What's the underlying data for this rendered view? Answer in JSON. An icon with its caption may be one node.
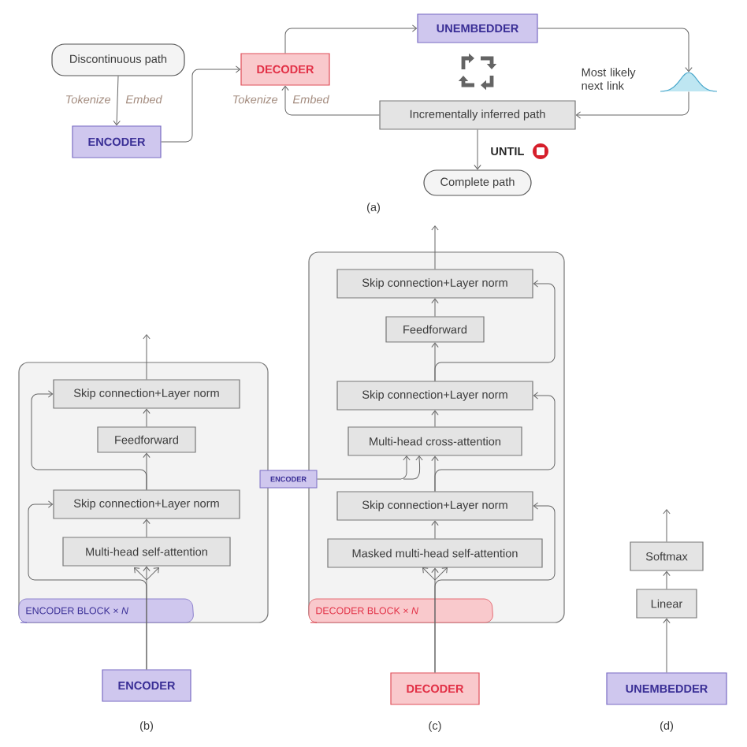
{
  "diagram": {
    "nodes": [
      {
        "text": [
          "Discontinuous path"
        ]
      },
      {
        "text": [
          "ENCODER"
        ]
      },
      {
        "text": [
          "DECODER"
        ]
      },
      {
        "text": [
          "UNEMBEDDER"
        ]
      },
      {
        "text": [],
        "shape": "curve"
      },
      {
        "text": [
          "Incrementally inferred path"
        ]
      },
      {
        "text": [
          "Complete path"
        ]
      },
      {
        "text": [
          "ENCODER BLOCK × *N*"
        ]
      },
      {
        "text": [
          "Skip connection+Layer norm"
        ],
        "in": 7
      },
      {
        "text": [
          "Feedforward"
        ],
        "in": 7
      },
      {
        "text": [
          "Skip connection+Layer norm"
        ],
        "in": 7
      },
      {
        "text": [
          "Multi-head self-attention"
        ],
        "in": 7
      },
      {
        "text": [
          "ENCODER"
        ]
      },
      {
        "text": [
          "DECODER BLOCK × *N*"
        ]
      },
      {
        "text": [
          "Skip connection+Layer norm"
        ],
        "in": 13
      },
      {
        "text": [
          "Feedforward"
        ],
        "in": 13
      },
      {
        "text": [
          "Skip connection+Layer norm"
        ],
        "in": 13
      },
      {
        "text": [
          "Multi-head cross-attention"
        ],
        "in": 13
      },
      {
        "text": [
          "Skip connection+Layer norm"
        ],
        "in": 13
      },
      {
        "text": [
          "Masked multi-head self-attention"
        ],
        "in": 13
      },
      {
        "text": [
          "ENCODER"
        ]
      },
      {
        "text": [
          "DECODER"
        ]
      },
      {
        "text": [
          "Softmax"
        ]
      },
      {
        "text": [
          "Linear"
        ]
      },
      {
        "text": [
          "UNEMBEDDER"
        ]
      }
    ],
    "edges": [
      {
        "from": 0,
        "to": 1,
        "arrow": "to"
      },
      {
        "from": 1,
        "to": 2,
        "arrow": "to"
      },
      {
        "from": 2,
        "to": 3,
        "arrow": "to"
      },
      {
        "from": 3,
        "to": 4,
        "arrow": "to"
      },
      {
        "from": 4,
        "to": 5,
        "arrow": "to"
      },
      {
        "from": 5,
        "to": 2,
        "arrow": "to"
      },
      {
        "from": 5,
        "to": 6,
        "arrow": "to",
        "label": "UNTIL"
      },
      {
        "from": 12,
        "to": 11,
        "arrow": "to"
      },
      {
        "from": 12,
        "to": 10,
        "arrow": "to"
      },
      {
        "from": 11,
        "to": 10,
        "arrow": "to"
      },
      {
        "from": 10,
        "to": 9,
        "arrow": "to"
      },
      {
        "from": 10,
        "to": 8,
        "arrow": "to"
      },
      {
        "from": 9,
        "to": 8,
        "arrow": "to"
      },
      {
        "from": 8,
        "to": null,
        "arrow": "to"
      },
      {
        "from": 21,
        "to": 19,
        "arrow": "to"
      },
      {
        "from": 21,
        "to": 18,
        "arrow": "to"
      },
      {
        "from": 19,
        "to": 18,
        "arrow": "to"
      },
      {
        "from": 18,
        "to": 17,
        "arrow": "to"
      },
      {
        "from": 18,
        "to": 16,
        "arrow": "to"
      },
      {
        "from": 20,
        "to": 17,
        "arrow": "to"
      },
      {
        "from": 17,
        "to": 16,
        "arrow": "to"
      },
      {
        "from": 16,
        "to": 15,
        "arrow": "to"
      },
      {
        "from": 16,
        "to": 14,
        "arrow": "to"
      },
      {
        "from": 15,
        "to": 14,
        "arrow": "to"
      },
      {
        "from": 14,
        "to": null,
        "arrow": "to"
      },
      {
        "from": 24,
        "to": 23,
        "arrow": "to"
      },
      {
        "from": 23,
        "to": 22,
        "arrow": "to"
      },
      {
        "from": 22,
        "to": null,
        "arrow": "to"
      }
    ],
    "labels": [
      "Most likely next link",
      "Tokenize",
      "Embed",
      "Tokenize",
      "Embed",
      "(a)",
      "(b)",
      "(c)",
      "(d)"
    ]
  }
}
